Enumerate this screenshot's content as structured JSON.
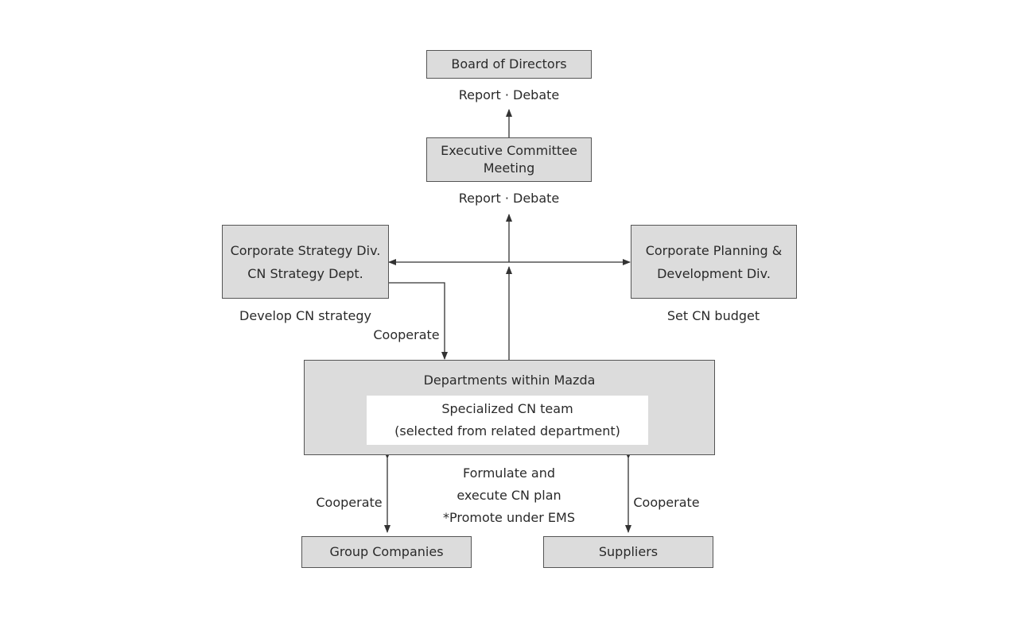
{
  "nodes": {
    "board": "Board of Directors",
    "executive": [
      "Executive Committee",
      "Meeting"
    ],
    "strategy": [
      "Corporate Strategy Div.",
      "CN Strategy Dept."
    ],
    "planning": [
      "Corporate Planning &",
      "Development Div."
    ],
    "departments": "Departments within Mazda",
    "cn_team": [
      "Specialized CN team",
      "(selected from related department)"
    ],
    "group": "Group Companies",
    "suppliers": "Suppliers"
  },
  "labels": {
    "report_debate_top": "Report · Debate",
    "report_debate_mid": "Report · Debate",
    "develop": "Develop CN strategy",
    "set_budget": "Set CN budget",
    "cooperate_strategy": "Cooperate",
    "cooperate_group": "Cooperate",
    "cooperate_suppliers": "Cooperate",
    "formulate": [
      "Formulate and",
      "execute CN plan",
      "*Promote under EMS"
    ]
  }
}
